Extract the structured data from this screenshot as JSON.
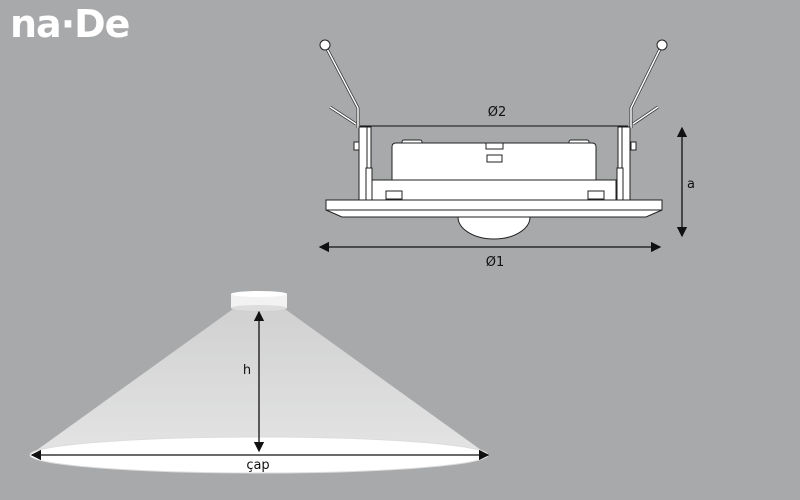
{
  "logo": {
    "text": "na·De"
  },
  "labels": {
    "diameter2": "Ø2",
    "diameter1": "Ø1",
    "height_a": "a",
    "height_h": "h",
    "diameter_cap": "çap"
  },
  "colors": {
    "background": "#a8a9ab",
    "outline": "#222222",
    "fill": "#ffffff",
    "cone": "#e4e4e4"
  }
}
